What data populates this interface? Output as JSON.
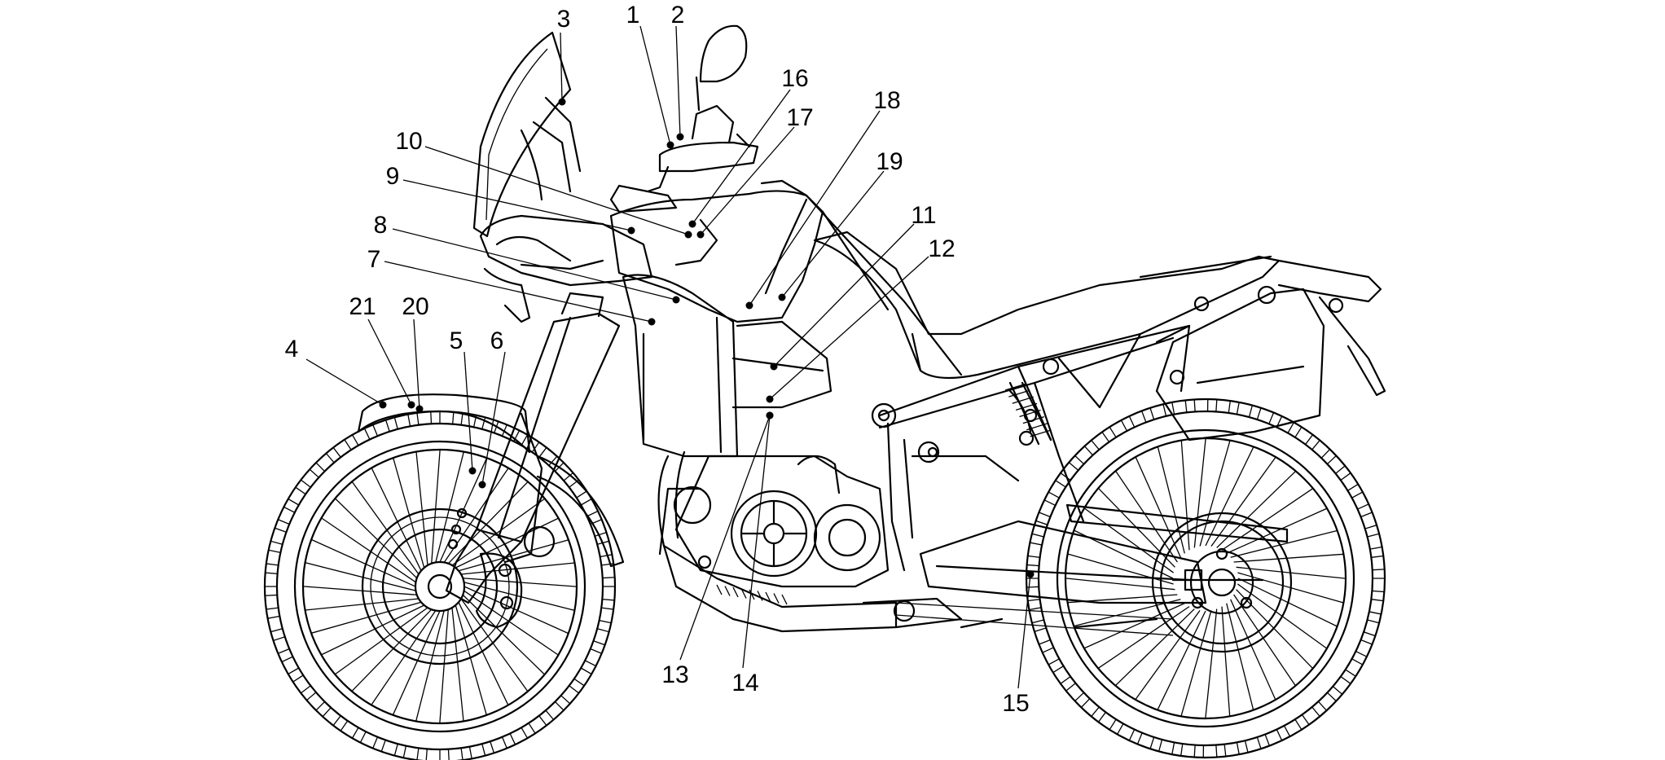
{
  "labels": [
    {
      "id": "1",
      "text": "1"
    },
    {
      "id": "2",
      "text": "2"
    },
    {
      "id": "3",
      "text": "3"
    },
    {
      "id": "4",
      "text": "4"
    },
    {
      "id": "5",
      "text": "5"
    },
    {
      "id": "6",
      "text": "6"
    },
    {
      "id": "7",
      "text": "7"
    },
    {
      "id": "8",
      "text": "8"
    },
    {
      "id": "9",
      "text": "9"
    },
    {
      "id": "10",
      "text": "10"
    },
    {
      "id": "11",
      "text": "11"
    },
    {
      "id": "12",
      "text": "12"
    },
    {
      "id": "13",
      "text": "13"
    },
    {
      "id": "14",
      "text": "14"
    },
    {
      "id": "15",
      "text": "15"
    },
    {
      "id": "16",
      "text": "16"
    },
    {
      "id": "17",
      "text": "17"
    },
    {
      "id": "18",
      "text": "18"
    },
    {
      "id": "19",
      "text": "19"
    },
    {
      "id": "20",
      "text": "20"
    },
    {
      "id": "21",
      "text": "21"
    }
  ]
}
